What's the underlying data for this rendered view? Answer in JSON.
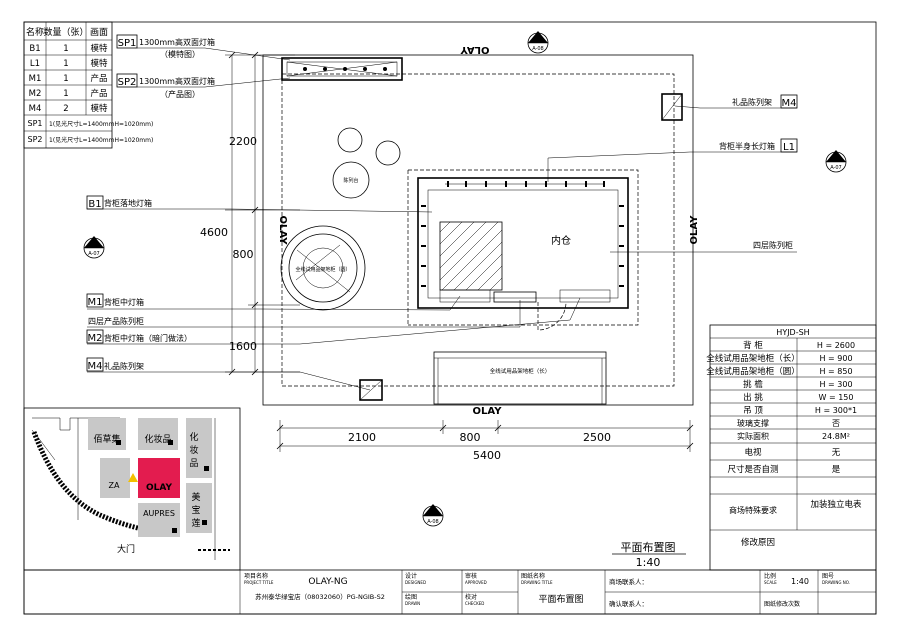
{
  "legend": {
    "headers": [
      "名称",
      "数量（张）",
      "画面"
    ],
    "rows": [
      [
        "B1",
        "1",
        "模特"
      ],
      [
        "L1",
        "1",
        "模特"
      ],
      [
        "M1",
        "1",
        "产品"
      ],
      [
        "M2",
        "1",
        "产品"
      ],
      [
        "M4",
        "2",
        "模特"
      ],
      [
        "SP1",
        "1(见光尺寸L=1400mmH=1020mm)",
        ""
      ],
      [
        "SP2",
        "1(见光尺寸L=1400mmH=1020mm)",
        ""
      ]
    ]
  },
  "callouts": {
    "sp1_tag": "SP1",
    "sp1_text": "1300mm高双面灯箱",
    "sp1_sub": "（模特图）",
    "sp2_tag": "SP2",
    "sp2_text": "1300mm高双面灯箱",
    "sp2_sub": "（产品图）",
    "b1_tag": "B1",
    "b1_text": "背柜落地灯箱",
    "m1_tag": "M1",
    "m1_text": "背柜中灯箱",
    "shelf_text": "四层产品陈列柜",
    "m2_tag": "M2",
    "m2_text": "背柜中灯箱（暗门做法）",
    "m4l_tag": "M4",
    "m4l_text": "礼品陈列架",
    "m4r_tag": "M4",
    "m4r_text": "礼品陈列架",
    "l1_tag": "L1",
    "l1_text": "背柜半身长灯箱",
    "four_layer_right": "四层陈列柜"
  },
  "plan": {
    "inner_room": "内仓",
    "olay_mark": "OLAY",
    "round_label": "全线试用品架地柜（圆）",
    "small_round_label": "陈列台",
    "long_label": "全线试用品架地柜（长）"
  },
  "dimensions": {
    "v_2200": "2200",
    "v_4600": "4600",
    "v_800": "800",
    "v_1600": "1600",
    "h_2100": "2100",
    "h_800": "800",
    "h_2500": "2500",
    "h_5400": "5400"
  },
  "section_marks": {
    "top": {
      "letter": "D",
      "ref": "A-08"
    },
    "right": {
      "letter": "A",
      "ref": "A-07"
    },
    "left": {
      "letter": "C",
      "ref": "A-07"
    },
    "bottom": {
      "letter": "B",
      "ref": "A-08"
    }
  },
  "specs": {
    "title": "HYJD-SH",
    "rows": [
      [
        "背  柜",
        "H = 2600"
      ],
      [
        "全线试用品架地柜（长）",
        "H = 900"
      ],
      [
        "全线试用品架地柜（圆）",
        "H = 850"
      ],
      [
        "挑  檐",
        "H = 300"
      ],
      [
        "出  挑",
        "W = 150"
      ],
      [
        "吊  顶",
        "H = 300*1"
      ],
      [
        "玻璃支撑",
        "否"
      ],
      [
        "实际面积",
        "24.8M²"
      ],
      [
        "电视",
        "无"
      ],
      [
        "尺寸是否自测",
        "是"
      ],
      [
        "商场特殊要求",
        "加装独立电表"
      ],
      [
        "修改原因",
        ""
      ]
    ]
  },
  "floor_map": {
    "stores": [
      "佰草集",
      "化妆品",
      "化妆品",
      "ZA",
      "OLAY",
      "美宝莲",
      "AUPRES"
    ],
    "gate": "大门"
  },
  "plan_title": {
    "name": "平面布置图",
    "scale": "1:40"
  },
  "title_block": {
    "project_label": "项目名称",
    "project_label_en": "PROJECT TITLE",
    "project_name": "OLAY-NG",
    "project_address": "苏州泰华绿宝店（08032060）PG-NGIB-S2",
    "design_label": "设计",
    "design_en": "DESIGNED",
    "review_label": "审核",
    "review_en": "APPROVED",
    "drawing_name_label": "图纸名称",
    "drawing_name_en": "DRAWING TITLE",
    "draw_label": "绘图",
    "draw_en": "DRAWN",
    "check_label": "校对",
    "check_en": "CHECKED",
    "drawing_name": "平面布置图",
    "mall_contact": "商场联系人：",
    "confirm_contact": "确认联系人：",
    "scale_label": "比例",
    "scale_en": "SCALE",
    "scale": "1:40",
    "drawing_no_label": "图号",
    "drawing_no_en": "DRAWING NO.",
    "revision_label": "图纸修改次数"
  }
}
